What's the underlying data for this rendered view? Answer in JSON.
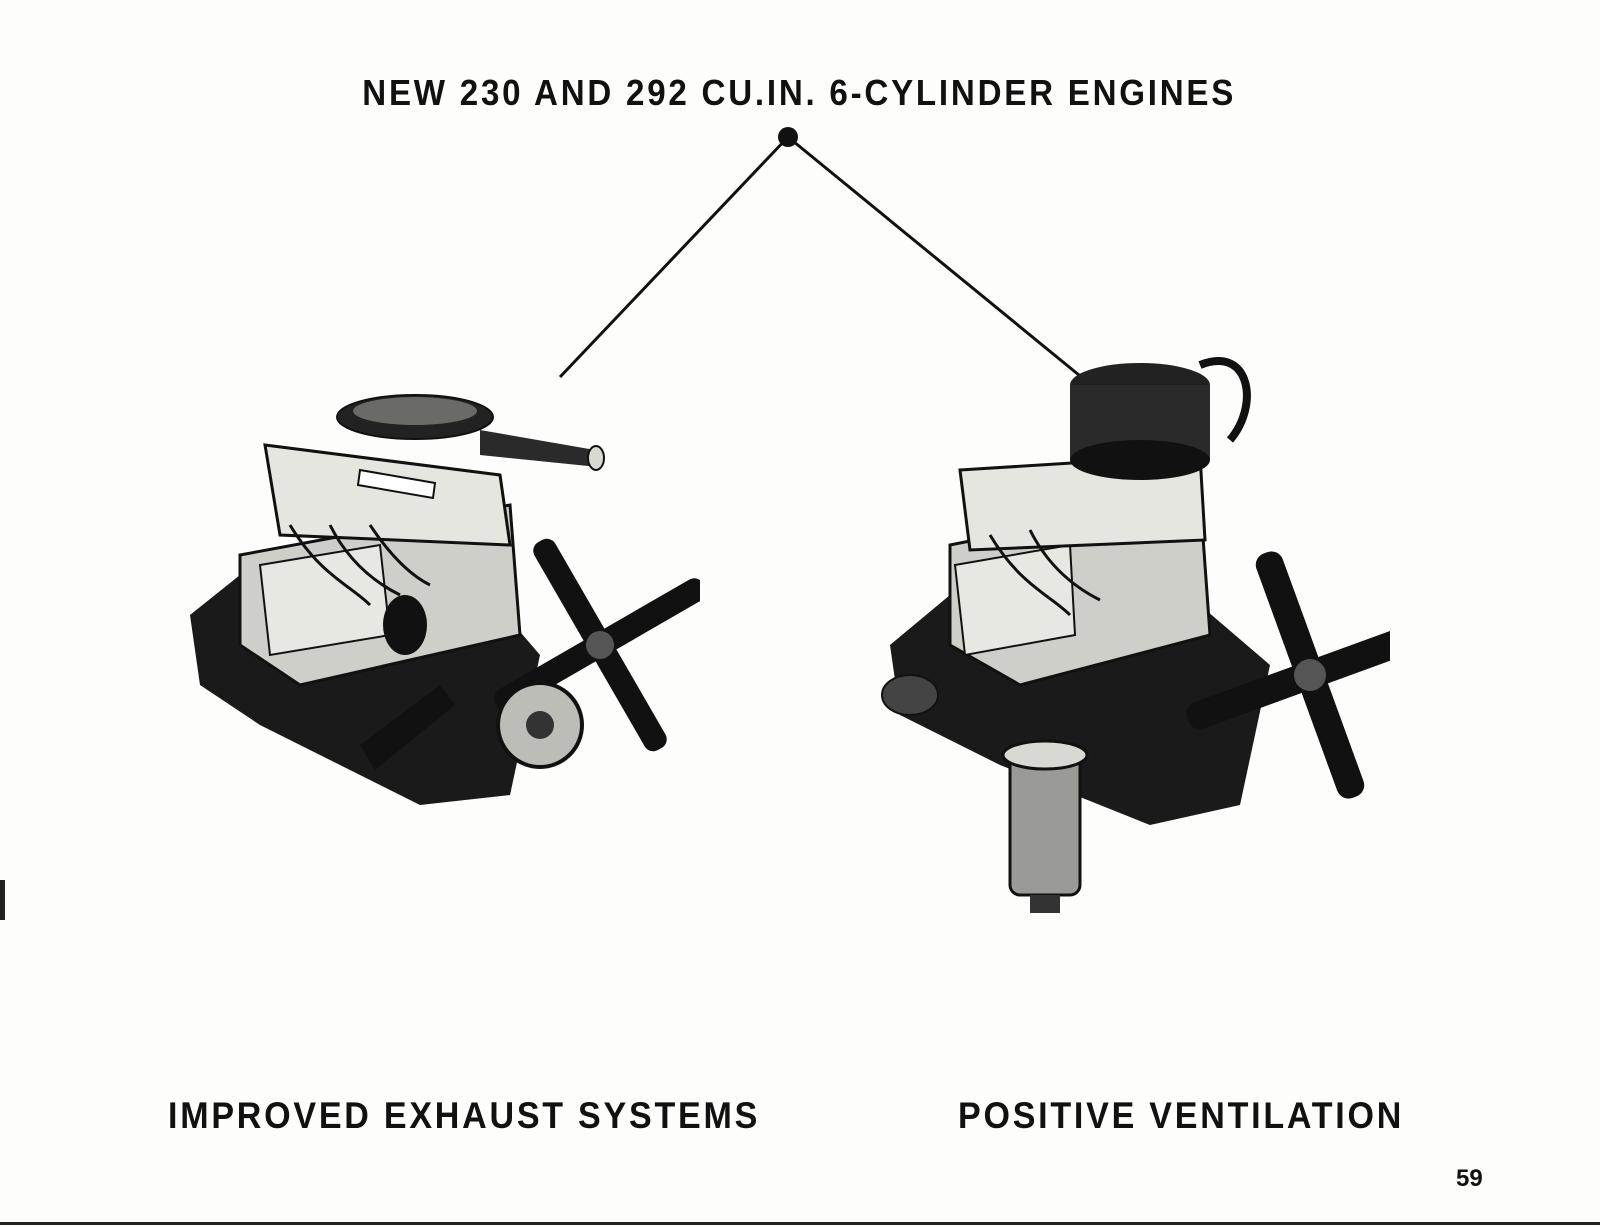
{
  "headline": "NEW 230 AND 292 CU.IN. 6-CYLINDER ENGINES",
  "left_feature": {
    "caption": "IMPROVED EXHAUST SYSTEMS",
    "photo": "engine-230-photo"
  },
  "right_feature": {
    "caption": "POSITIVE VENTILATION",
    "photo": "engine-292-photo"
  },
  "page_number": "59",
  "colors": {
    "ink": "#111111",
    "paper": "#fdfdfb",
    "metal_light": "#d9d9d4",
    "metal_mid": "#8a8a86"
  }
}
